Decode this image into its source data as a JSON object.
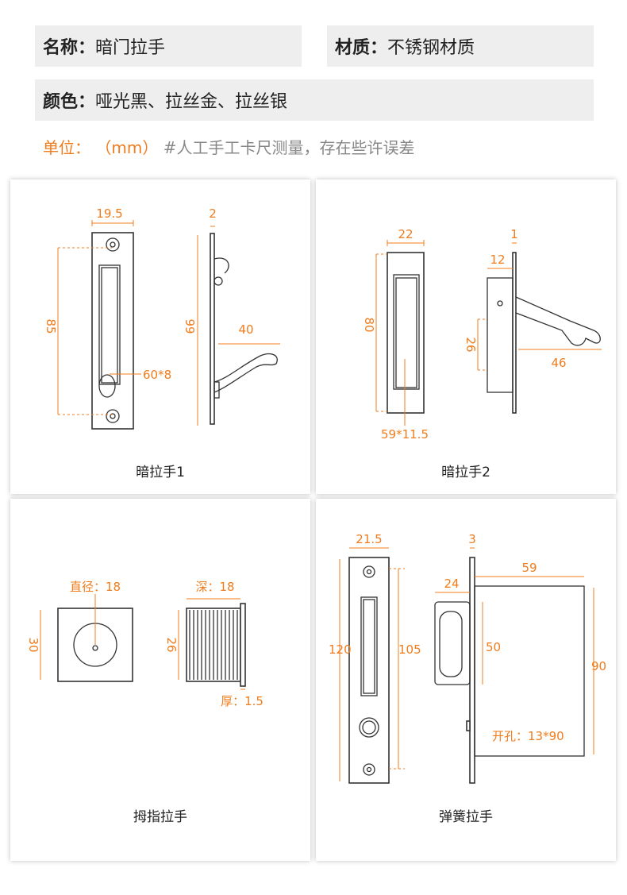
{
  "header": {
    "name_label": "名称：",
    "name_value": "暗门拉手",
    "material_label": "材质：",
    "material_value": "不锈钢材质",
    "color_label": "颜色：",
    "color_value": "哑光黑、拉丝金、拉丝银"
  },
  "unit_note": {
    "label": "单位：",
    "unit": "（mm）",
    "note": "#人工手工卡尺测量，存在些许误差"
  },
  "colors": {
    "accent": "#f07c1c",
    "panel_bg": "#ffffff",
    "bar_bg": "#eeeeee"
  },
  "panels": [
    {
      "caption": "暗拉手1",
      "dims": {
        "width": "19.5",
        "height": "85",
        "slot": "60*8",
        "thickness": "2",
        "side_height": "99",
        "hook": "40"
      }
    },
    {
      "caption": "暗拉手2",
      "dims": {
        "width": "22",
        "height": "80",
        "slot": "59*11.5",
        "plate": "1",
        "depth": "12",
        "body": "26",
        "lever": "46"
      }
    },
    {
      "caption": "拇指拉手",
      "dims": {
        "diameter": "直径：18",
        "size": "30",
        "depth": "深：18",
        "side": "26",
        "thickness": "厚：1.5"
      }
    },
    {
      "caption": "弹簧拉手",
      "dims": {
        "width": "21.5",
        "plate": "3",
        "length": "120",
        "hole_pitch": "105",
        "box_length": "59",
        "cup": "24",
        "cup_height": "50",
        "box_height": "90",
        "cutout": "开孔：13*90"
      }
    }
  ]
}
